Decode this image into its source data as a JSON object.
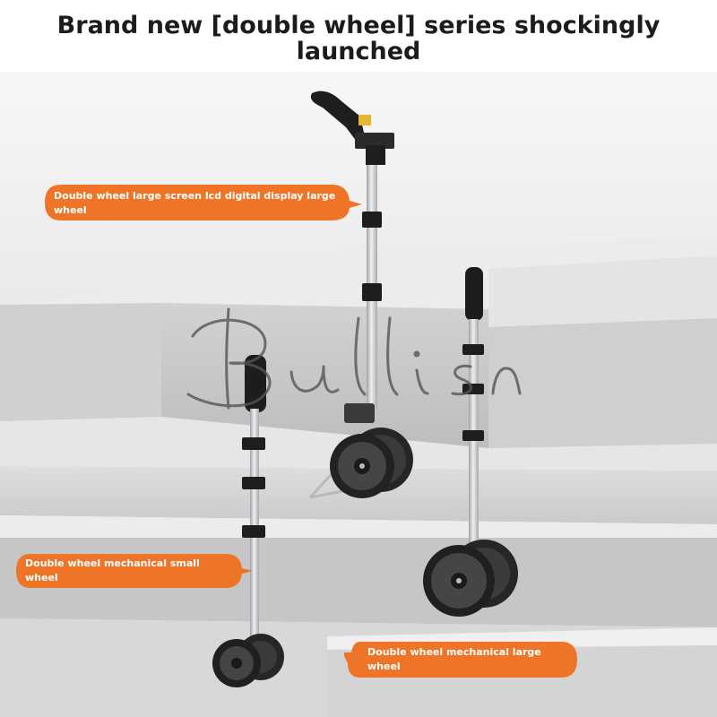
{
  "headline": {
    "line1": "Brand new [double wheel] series shockingly",
    "line2": "launched"
  },
  "callouts": {
    "lcd_wheel": "Double wheel large screen lcd digital display large wheel",
    "small_wheel": "Double wheel mechanical small wheel",
    "large_wheel": "Double wheel mechanical large wheel"
  },
  "watermark": "Bullisn",
  "colors": {
    "callout_orange": "#f07a2a",
    "callout_orange_dark": "#e8601a",
    "title": "#1c1c1c",
    "step_light": "#dcdcdc",
    "frame_chrome": "#c9ccd0",
    "wheel": "#2a2a2a"
  }
}
